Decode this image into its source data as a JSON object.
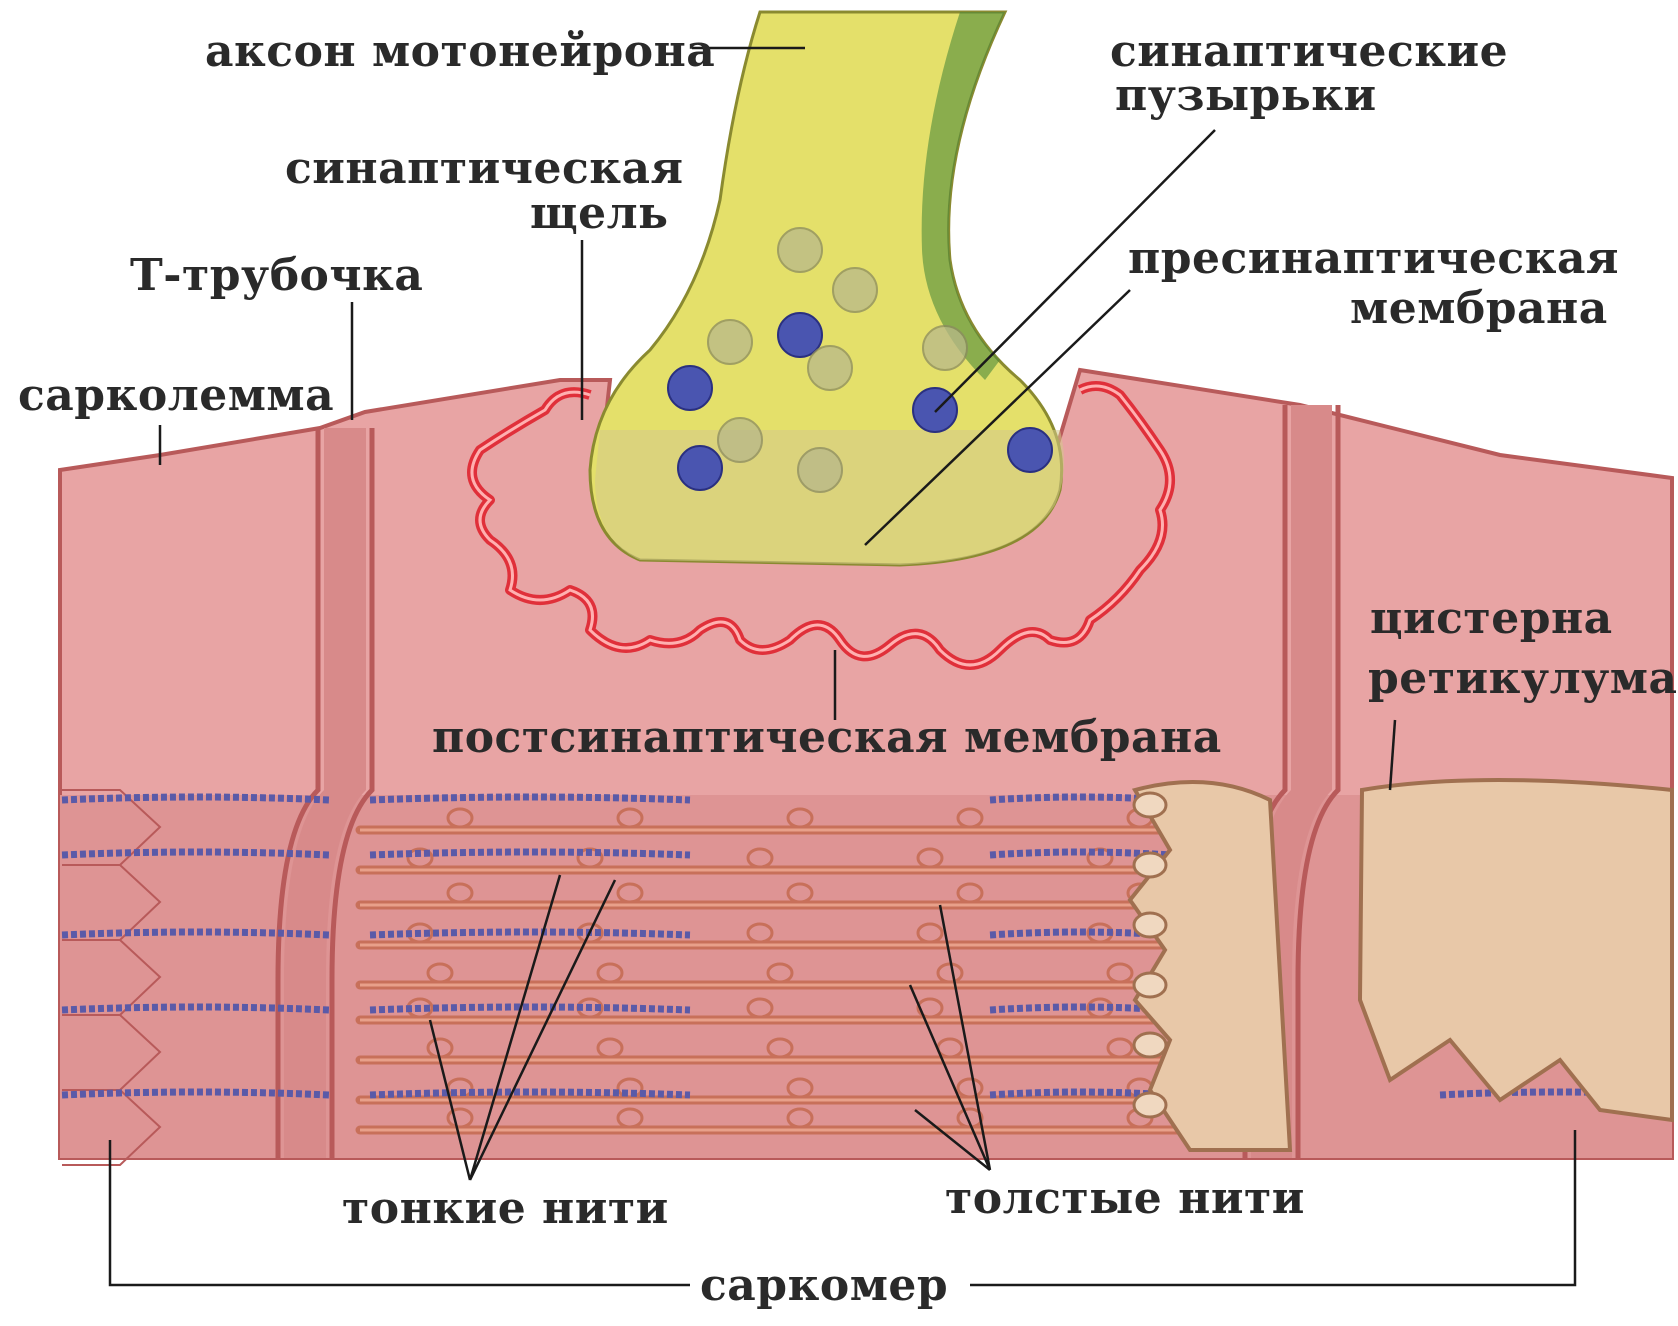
{
  "labels": {
    "axon": "аксон мотонейрона",
    "vesicles_1": "синаптические",
    "vesicles_2": "пузырьки",
    "cleft_1": "синаптическая",
    "cleft_2": "щель",
    "t_tubule": "Т-трубочка",
    "presyn_1": "пресинаптическая",
    "presyn_2": "мембрана",
    "sarcolemma": "сарколемма",
    "cistern_1": "цистерна",
    "cistern_2": "ретикулума",
    "postsyn": "постсинаптическая мембрана",
    "thin": "тонкие нити",
    "thick": "толстые нити",
    "sarcomere": "саркомер"
  },
  "colors": {
    "muscle": "#e8a4a4",
    "muscle_dark": "#b85a5a",
    "axon": "#e4e06a",
    "membrane": "#e0303a",
    "vesicle_full": "#4a55b0",
    "vesicle_empty": "#b8b88a",
    "thick_filament": "#c8705a",
    "thin_filament": "#5a5aa8",
    "reticulum": "#e8c8a8"
  }
}
